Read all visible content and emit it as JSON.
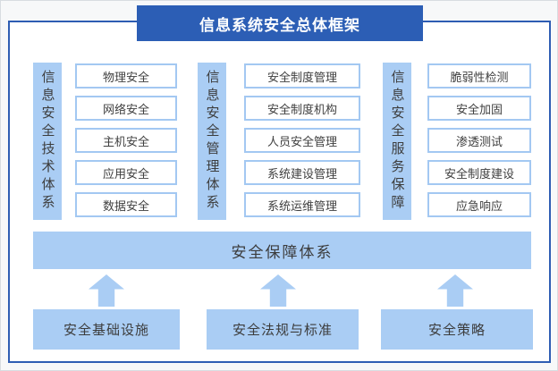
{
  "title": "信息系统安全总体框架",
  "columns": [
    {
      "label": "信息安全技术体系",
      "items": [
        "物理安全",
        "网络安全",
        "主机安全",
        "应用安全",
        "数据安全"
      ]
    },
    {
      "label": "信息安全管理体系",
      "items": [
        "安全制度管理",
        "安全制度机构",
        "人员安全管理",
        "系统建设管理",
        "系统运维管理"
      ]
    },
    {
      "label": "信息安全服务保障",
      "items": [
        "脆弱性检测",
        "安全加固",
        "渗透测试",
        "安全制度建设",
        "应急响应"
      ]
    }
  ],
  "assurance_bar": "安全保障体系",
  "foundations": [
    "安全基础设施",
    "安全法规与标准",
    "安全策略"
  ],
  "colors": {
    "title_bg": "#2c5eb5",
    "title_text": "#ffffff",
    "frame_border": "#2e5db3",
    "light_blue_fill": "#aacdf4",
    "item_box_border": "#a3c8f2",
    "body_text": "#3d3d3d"
  }
}
